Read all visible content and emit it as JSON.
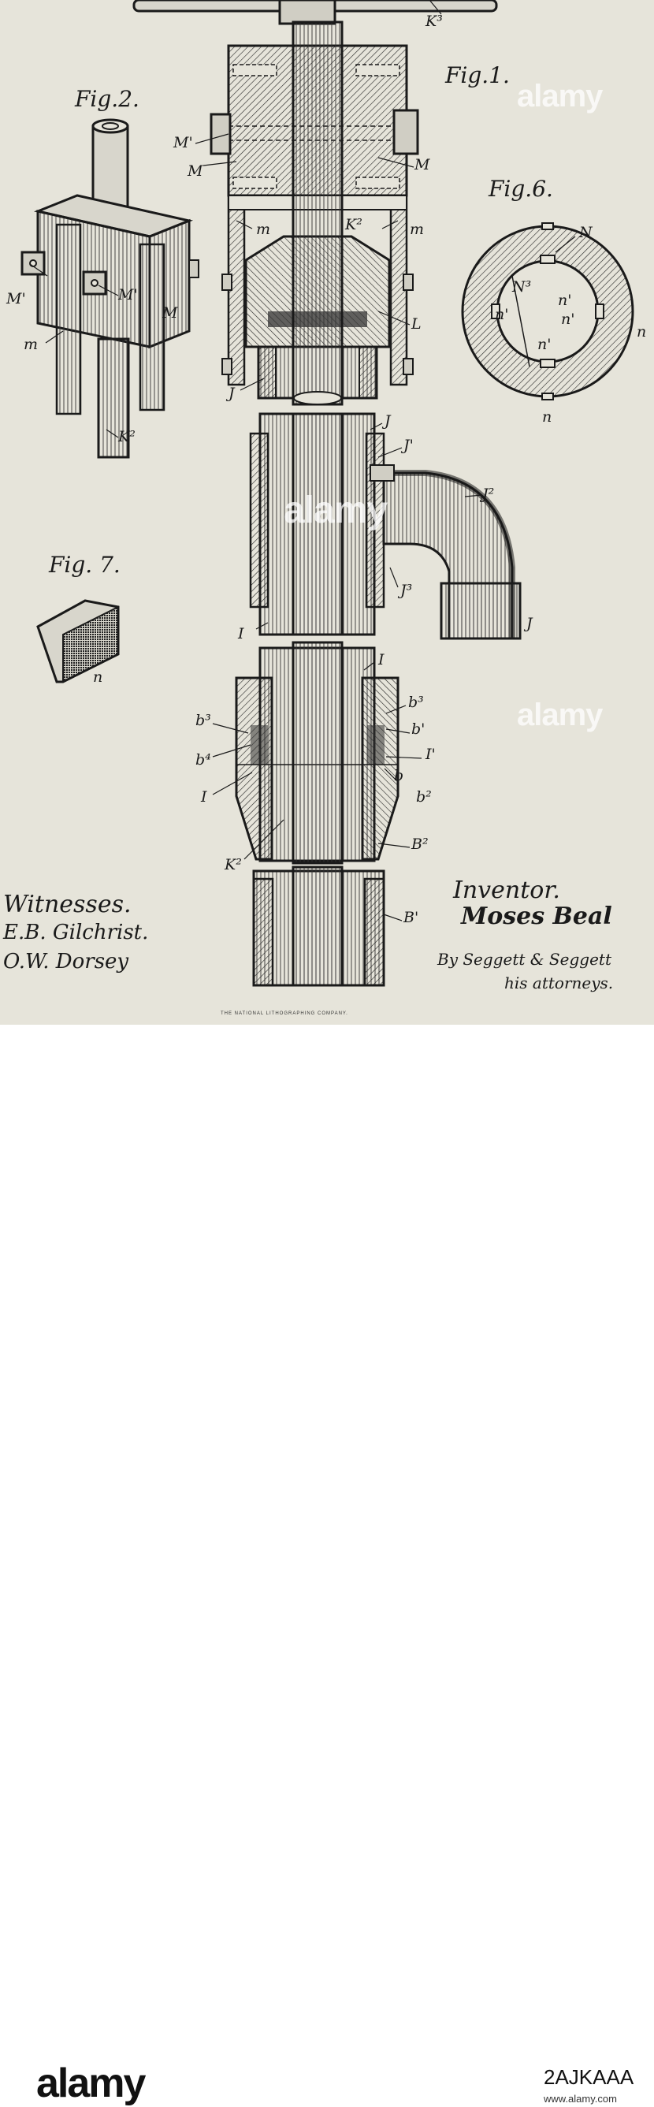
{
  "figures": {
    "fig1": "Fig.1.",
    "fig2": "Fig.2.",
    "fig6": "Fig.6.",
    "fig7": "Fig. 7."
  },
  "labels": {
    "k3": "K³",
    "m_prime_a": "M'",
    "m_a": "M",
    "m_b": "M",
    "m_small_a": "m",
    "k2_top": "K²",
    "m_small_b": "m",
    "l": "L",
    "j_top": "J",
    "j_a": "J",
    "j_prime": "J'",
    "j2": "J²",
    "j3": "J³",
    "i_a": "I",
    "j_b": "J",
    "i_b": "I",
    "b3_r": "b³",
    "b_prime": "b'",
    "i_prime": "I'",
    "b_r": "b",
    "b2": "b²",
    "b3_l": "b³",
    "b4": "b⁴",
    "i_c": "I",
    "k2_bottom": "K²",
    "b2_cap": "B²",
    "b1_cap": "B'",
    "f2_mprime_a": "M'",
    "f2_mprime_b": "M'",
    "f2_m": "M",
    "f2_msmall": "m",
    "f2_k2": "K²",
    "f6_n": "N",
    "f6_n3": "N³",
    "f6_n_a": "n",
    "f6_n_b": "n",
    "f6_nprime_a": "n'",
    "f6_nprime_b": "n'",
    "f6_nprime_c": "n'",
    "f6_nprime_d": "n'",
    "f7_n": "n"
  },
  "signatures": {
    "witnesses_title": "Witnesses.",
    "witness_1": "E.B. Gilchrist.",
    "witness_2": "O.W. Dorsey",
    "inventor_title": "Inventor.",
    "inventor_name": "Moses Beal",
    "attorneys_line1": "By Seggett & Seggett",
    "attorneys_line2": "his attorneys."
  },
  "imprint": "THE NATIONAL LITHOGRAPHING COMPANY.",
  "watermark": {
    "text": "alamy"
  },
  "footer": {
    "logo": "alamy",
    "image_id": "2AJKAAA",
    "url": "www.alamy.com"
  },
  "colors": {
    "paper": "#e6e4da",
    "ink": "#1a1a1a",
    "footer_bg": "#ffffff"
  }
}
